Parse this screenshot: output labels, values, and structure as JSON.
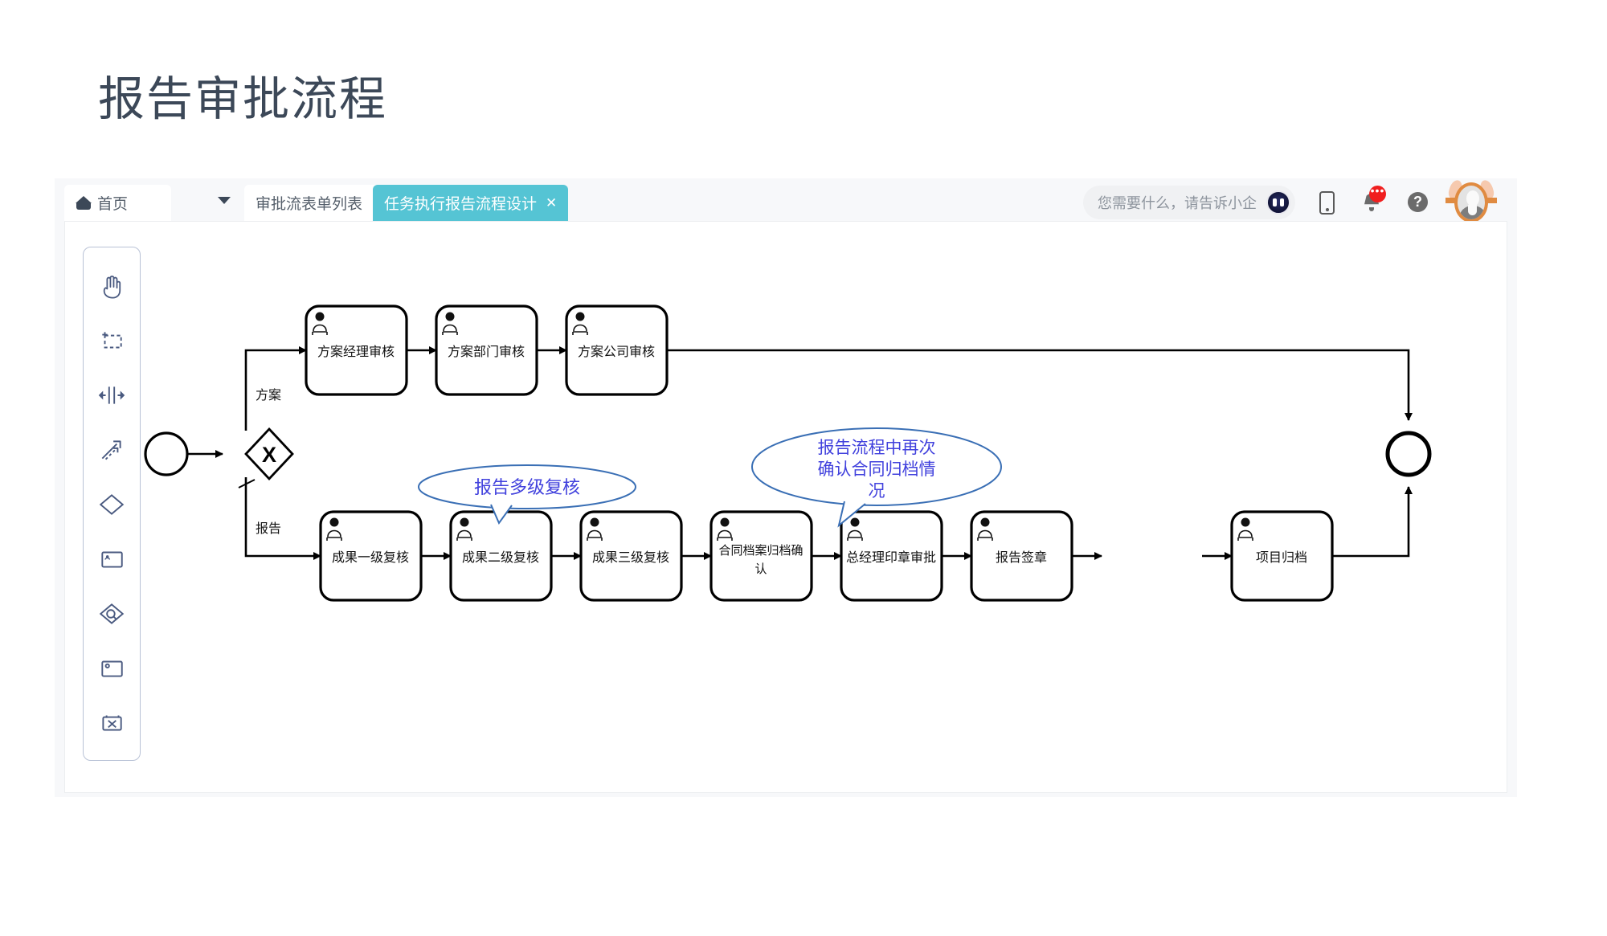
{
  "page_title": "报告审批流程",
  "header": {
    "tabs": [
      {
        "label": "首页",
        "icon": "home-icon",
        "closable": false,
        "active": false
      },
      {
        "label": "审批流表单列表",
        "close": "✕",
        "closable": true,
        "active": false
      },
      {
        "label": "任务执行报告流程设计",
        "close": "✕",
        "closable": true,
        "active": true
      }
    ],
    "dropdown_caret": "caret-down-icon",
    "search": {
      "placeholder": "您需要什么，请告诉小企",
      "assistant_icon": "robot-assistant-icon"
    },
    "icons": [
      {
        "name": "mobile-icon"
      },
      {
        "name": "bell-icon",
        "badge": "•••"
      },
      {
        "name": "help-icon",
        "glyph": "?"
      },
      {
        "name": "user-avatar"
      }
    ],
    "active_tab_color": "#55c4d4"
  },
  "palette": {
    "items": [
      {
        "name": "hand-tool-icon",
        "title": "激活抓手工具"
      },
      {
        "name": "lasso-tool-icon",
        "title": "激活套索工具"
      },
      {
        "name": "space-tool-icon",
        "title": "激活创建/删除空间工具"
      },
      {
        "name": "connect-tool-icon",
        "title": "激活全局连线工具"
      },
      {
        "name": "gateway-icon",
        "title": "创建网关"
      },
      {
        "name": "task-icon",
        "title": "创建任务"
      },
      {
        "name": "data-object-icon",
        "title": "创建数据对象"
      },
      {
        "name": "subprocess-icon",
        "title": "创建展开的子流程"
      },
      {
        "name": "end-event-icon",
        "title": "创建结束事件"
      }
    ]
  },
  "diagram": {
    "start_event": {
      "name": "start-event",
      "label": ""
    },
    "gateway": {
      "name": "exclusive-gateway",
      "symbol": "X"
    },
    "branch_labels": {
      "top": "方案",
      "bottom": "报告"
    },
    "top_row_tasks": [
      {
        "id": "t1",
        "label": "方案经理审核"
      },
      {
        "id": "t2",
        "label": "方案部门审核"
      },
      {
        "id": "t3",
        "label": "方案公司审核"
      }
    ],
    "bottom_row_tasks": [
      {
        "id": "b1",
        "label": "成果一级复核"
      },
      {
        "id": "b2",
        "label": "成果二级复核"
      },
      {
        "id": "b3",
        "label": "成果三级复核"
      },
      {
        "id": "b4",
        "label": "合同档案归档确认"
      },
      {
        "id": "b5",
        "label": "总经理印章审批"
      },
      {
        "id": "b6",
        "label": "报告签章"
      },
      {
        "id": "b7",
        "label": "项目归档"
      }
    ],
    "annotations": [
      {
        "id": "a1",
        "text": "报告多级复核",
        "color": "#4141dd"
      },
      {
        "id": "a2",
        "lines": [
          "报告流程中再次",
          "确认合同归档情",
          "况"
        ],
        "color": "#4141dd"
      }
    ],
    "end_event": {
      "name": "end-event"
    },
    "colors": {
      "stroke": "#000000",
      "annotation": "#3a6fb5",
      "annotation_text": "#4141dd"
    }
  }
}
